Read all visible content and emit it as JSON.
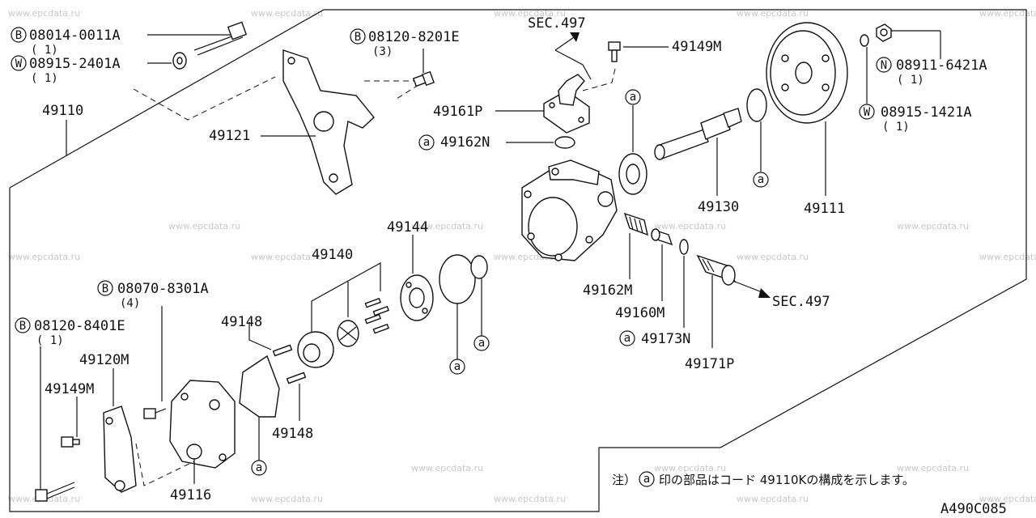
{
  "watermark": "www.epcdata.ru",
  "prefixes": {
    "bolt": "B",
    "washer": "W",
    "nut": "N",
    "assy": "a"
  },
  "callouts": {
    "b1": {
      "code": "08014-0011A",
      "qty": "( 1)"
    },
    "w1": {
      "code": "08915-2401A",
      "qty": "( 1)"
    },
    "b2": {
      "code": "08120-8201E",
      "qty": "(3)"
    },
    "n1": {
      "code": "08911-6421A",
      "qty": "( 1)"
    },
    "w2": {
      "code": "08915-1421A",
      "qty": "( 1)"
    },
    "b3": {
      "code": "08070-8301A",
      "qty": "(4)"
    },
    "b4": {
      "code": "08120-8401E",
      "qty": "( 1)"
    }
  },
  "parts": {
    "p49110": "49110",
    "p49121": "49121",
    "p49149m_top": "49149M",
    "p49161p": "49161P",
    "p49162n": "49162N",
    "p49130": "49130",
    "p49111": "49111",
    "p49144": "49144",
    "p49140": "49140",
    "p49148_a": "49148",
    "p49148_b": "49148",
    "p49162m": "49162M",
    "p49160m": "49160M",
    "p49173n": "49173N",
    "p49171p": "49171P",
    "p49120m": "49120M",
    "p49149m_left": "49149M",
    "p49116": "49116"
  },
  "sec_refs": {
    "top": "SEC.497",
    "right": "SEC.497"
  },
  "footnote": {
    "prefix": "注）",
    "text": "印の部品はコード  49110Kの構成を示します。"
  },
  "diagram_code": "A490C085"
}
